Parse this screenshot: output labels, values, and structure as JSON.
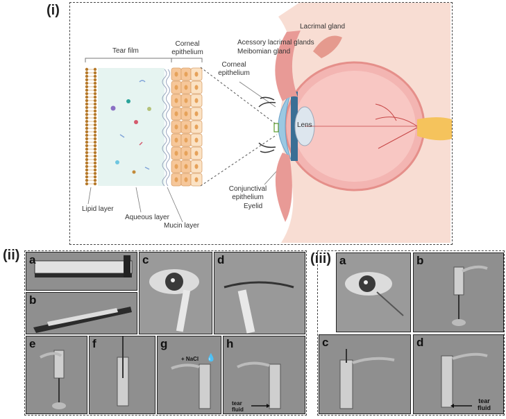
{
  "panel_i": {
    "label": "(i)",
    "labels": {
      "tear_film": "Tear film",
      "corneal_epithelium_top_1": "Corneal",
      "corneal_epithelium_top_2": "epithelium",
      "lacrimal_gland": "Lacrimal gland",
      "accessory_glands": "Acessory lacrimal glands",
      "meibomian_gland": "Meibomian gland",
      "corneal_epithelium_eye_1": "Corneal",
      "corneal_epithelium_eye_2": "epithelium",
      "lens": "Lens",
      "conjunctival_1": "Conjunctival",
      "conjunctival_2": "epithelium",
      "eyelid": "Eyelid",
      "lipid_layer": "Lipid layer",
      "aqueous_layer": "Aqueous layer",
      "mucin_layer": "Mucin layer"
    }
  },
  "panel_ii": {
    "label": "(ii)",
    "subpanels": [
      "a",
      "b",
      "c",
      "d",
      "e",
      "f",
      "g",
      "h"
    ],
    "g_text": "+ NaCl",
    "h_text_1": "tear",
    "h_text_2": "fluid"
  },
  "panel_iii": {
    "label": "(iii)",
    "subpanels": [
      "a",
      "b",
      "c",
      "d"
    ],
    "d_text_1": "tear",
    "d_text_2": "fluid"
  },
  "colors": {
    "tear_film_bg": "#e6f4f1",
    "lipid": "#b67a2b",
    "cell": "#f6c79a",
    "eye": "#f3b5b2",
    "photo_gray": "#8f8f8f"
  }
}
